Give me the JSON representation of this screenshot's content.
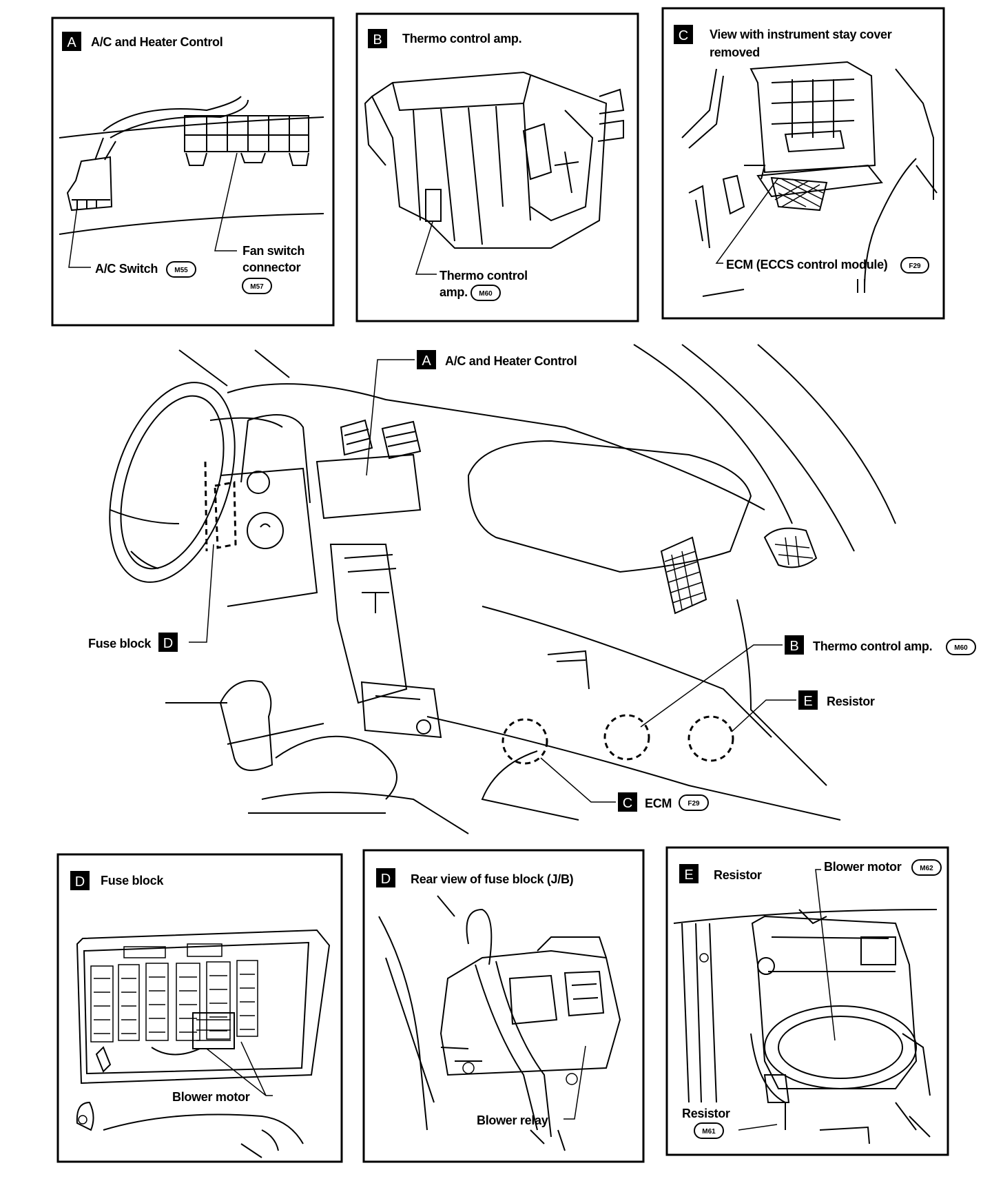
{
  "panels": {
    "a": {
      "letter": "A",
      "title": "A/C and Heater Control",
      "ac_switch": "A/C Switch",
      "ac_switch_conn": "M55",
      "fan_line1": "Fan switch",
      "fan_line2": "connector",
      "fan_conn": "M57"
    },
    "b": {
      "letter": "B",
      "title": "Thermo control amp.",
      "label_line1": "Thermo control",
      "label_line2": "amp.",
      "conn": "M60"
    },
    "c": {
      "letter": "C",
      "title_line1": "View with instrument stay cover",
      "title_line2": "removed",
      "ecm_label": "ECM (ECCS control module)",
      "ecm_conn": "F29"
    },
    "d1": {
      "letter": "D",
      "title": "Fuse block",
      "blower_label": "Blower motor"
    },
    "d2": {
      "letter": "D",
      "title": "Rear view of fuse block (J/B)",
      "relay_label": "Blower relay"
    },
    "e": {
      "letter": "E",
      "title": "Resistor",
      "motor_label": "Blower motor",
      "motor_conn": "M62",
      "resistor_label": "Resistor",
      "resistor_conn": "M61"
    }
  },
  "main": {
    "ac_letter": "A",
    "ac_label": "A/C and Heater Control",
    "fuse_label": "Fuse block",
    "fuse_letter": "D",
    "thermo_letter": "B",
    "thermo_label": "Thermo control amp.",
    "thermo_conn": "M60",
    "resistor_letter": "E",
    "resistor_label": "Resistor",
    "ecm_letter": "C",
    "ecm_label": "ECM",
    "ecm_conn": "F29"
  }
}
